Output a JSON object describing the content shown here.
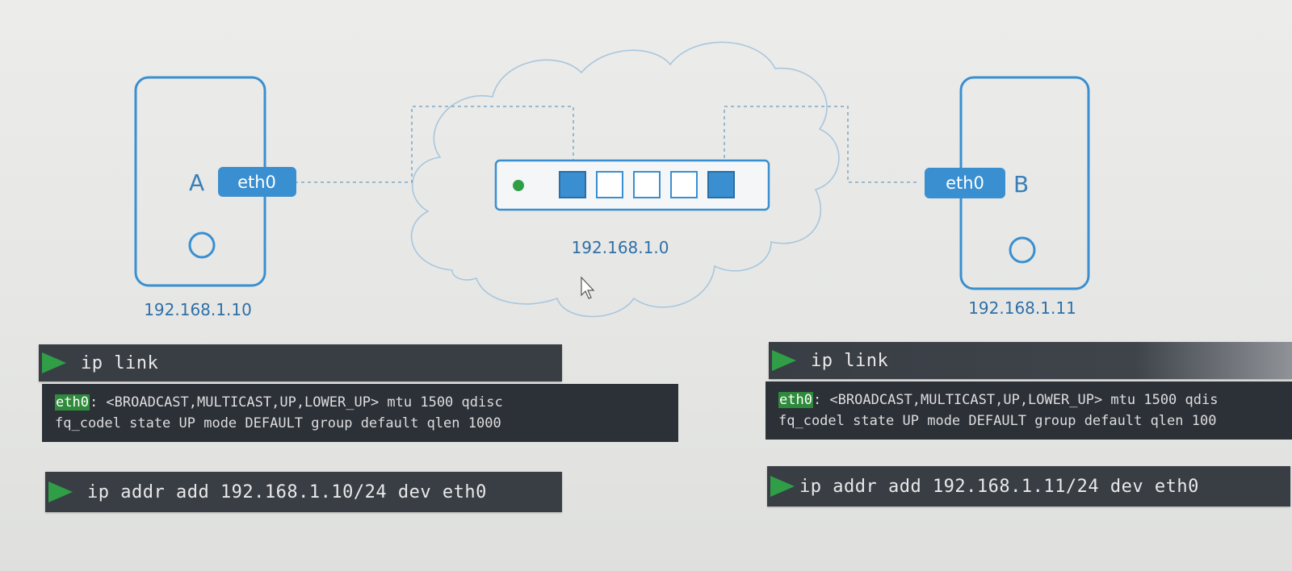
{
  "network": {
    "address": "192.168.1.0",
    "switch_ports": [
      "active",
      "empty",
      "empty",
      "empty",
      "active"
    ]
  },
  "host_a": {
    "label": "A",
    "interface": "eth0",
    "ip": "192.168.1.10"
  },
  "host_b": {
    "label": "B",
    "interface": "eth0",
    "ip": "192.168.1.11"
  },
  "terminal_a": {
    "cmd_link": "ip link",
    "out_iface": "eth0",
    "out_line1_rest": ": <BROADCAST,MULTICAST,UP,LOWER_UP> mtu 1500 qdisc",
    "out_line2": "fq_codel state UP mode DEFAULT group default qlen 1000",
    "cmd_addr": "ip addr add 192.168.1.10/24 dev eth0"
  },
  "terminal_b": {
    "cmd_link": "ip link",
    "out_iface": "eth0",
    "out_line1_rest": ": <BROADCAST,MULTICAST,UP,LOWER_UP> mtu 1500 qdis",
    "out_line2": "fq_codel state UP mode DEFAULT group default qlen 100",
    "cmd_addr": "ip addr add 192.168.1.11/24 dev eth0"
  },
  "colors": {
    "accent": "#3a8fd0",
    "terminal_bg": "#393e45",
    "play": "#2f9e47",
    "highlight": "#2f8a3b"
  },
  "icons": {
    "cursor": "mouse-pointer-icon",
    "status_led": "green-dot-icon"
  }
}
